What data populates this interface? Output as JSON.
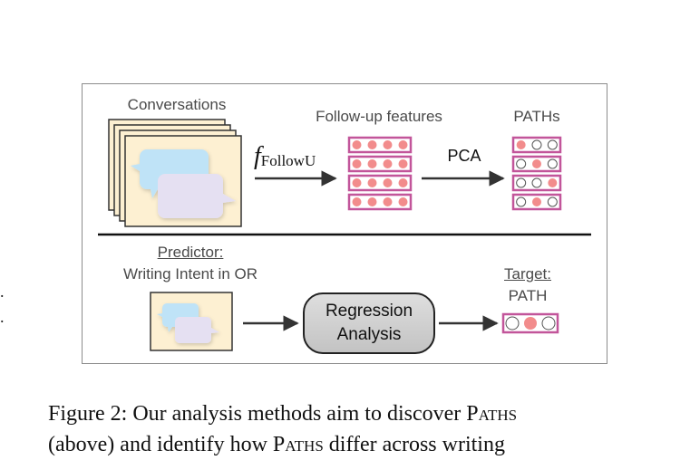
{
  "diagram": {
    "conversations_label": "Conversations",
    "followup_features_label": "Follow-up features",
    "paths_label": "PATHs",
    "function_symbol": "f",
    "function_subscript": "FollowU",
    "pca_label": "PCA",
    "predictor_label": "Predictor:",
    "predictor_desc": "Writing Intent in OR",
    "target_label": "Target:",
    "target_desc": "PATH",
    "regression_line1": "Regression",
    "regression_line2": "Analysis",
    "colors": {
      "frame": "#8c8c8c",
      "paper": "#fdf0d2",
      "bubble_blue": "#bfe3f7",
      "bubble_lavender": "#e5e0f2",
      "feature_border": "#c2559a",
      "dot_fill": "#f28c8c",
      "dot_empty": "#ffffff",
      "regression_fill": "#cfcfcf"
    },
    "feature_rows": [
      [
        1,
        1,
        1,
        1
      ],
      [
        1,
        1,
        1,
        1
      ],
      [
        1,
        1,
        1,
        1
      ],
      [
        1,
        1,
        1,
        1
      ]
    ],
    "path_rows": [
      [
        1,
        0,
        0
      ],
      [
        0,
        1,
        0
      ],
      [
        0,
        0,
        1
      ],
      [
        0,
        1,
        0
      ]
    ],
    "target_row": [
      0,
      1,
      0
    ]
  },
  "caption": {
    "figure_num": "Figure 2:",
    "line1_a": "Our analysis methods aim to discover",
    "line1_sc": "Paths",
    "line2_a": "(above) and identify how",
    "line2_sc": "Paths",
    "line2_b": "differ across writing"
  },
  "edge_marks": [
    ".",
    "."
  ]
}
